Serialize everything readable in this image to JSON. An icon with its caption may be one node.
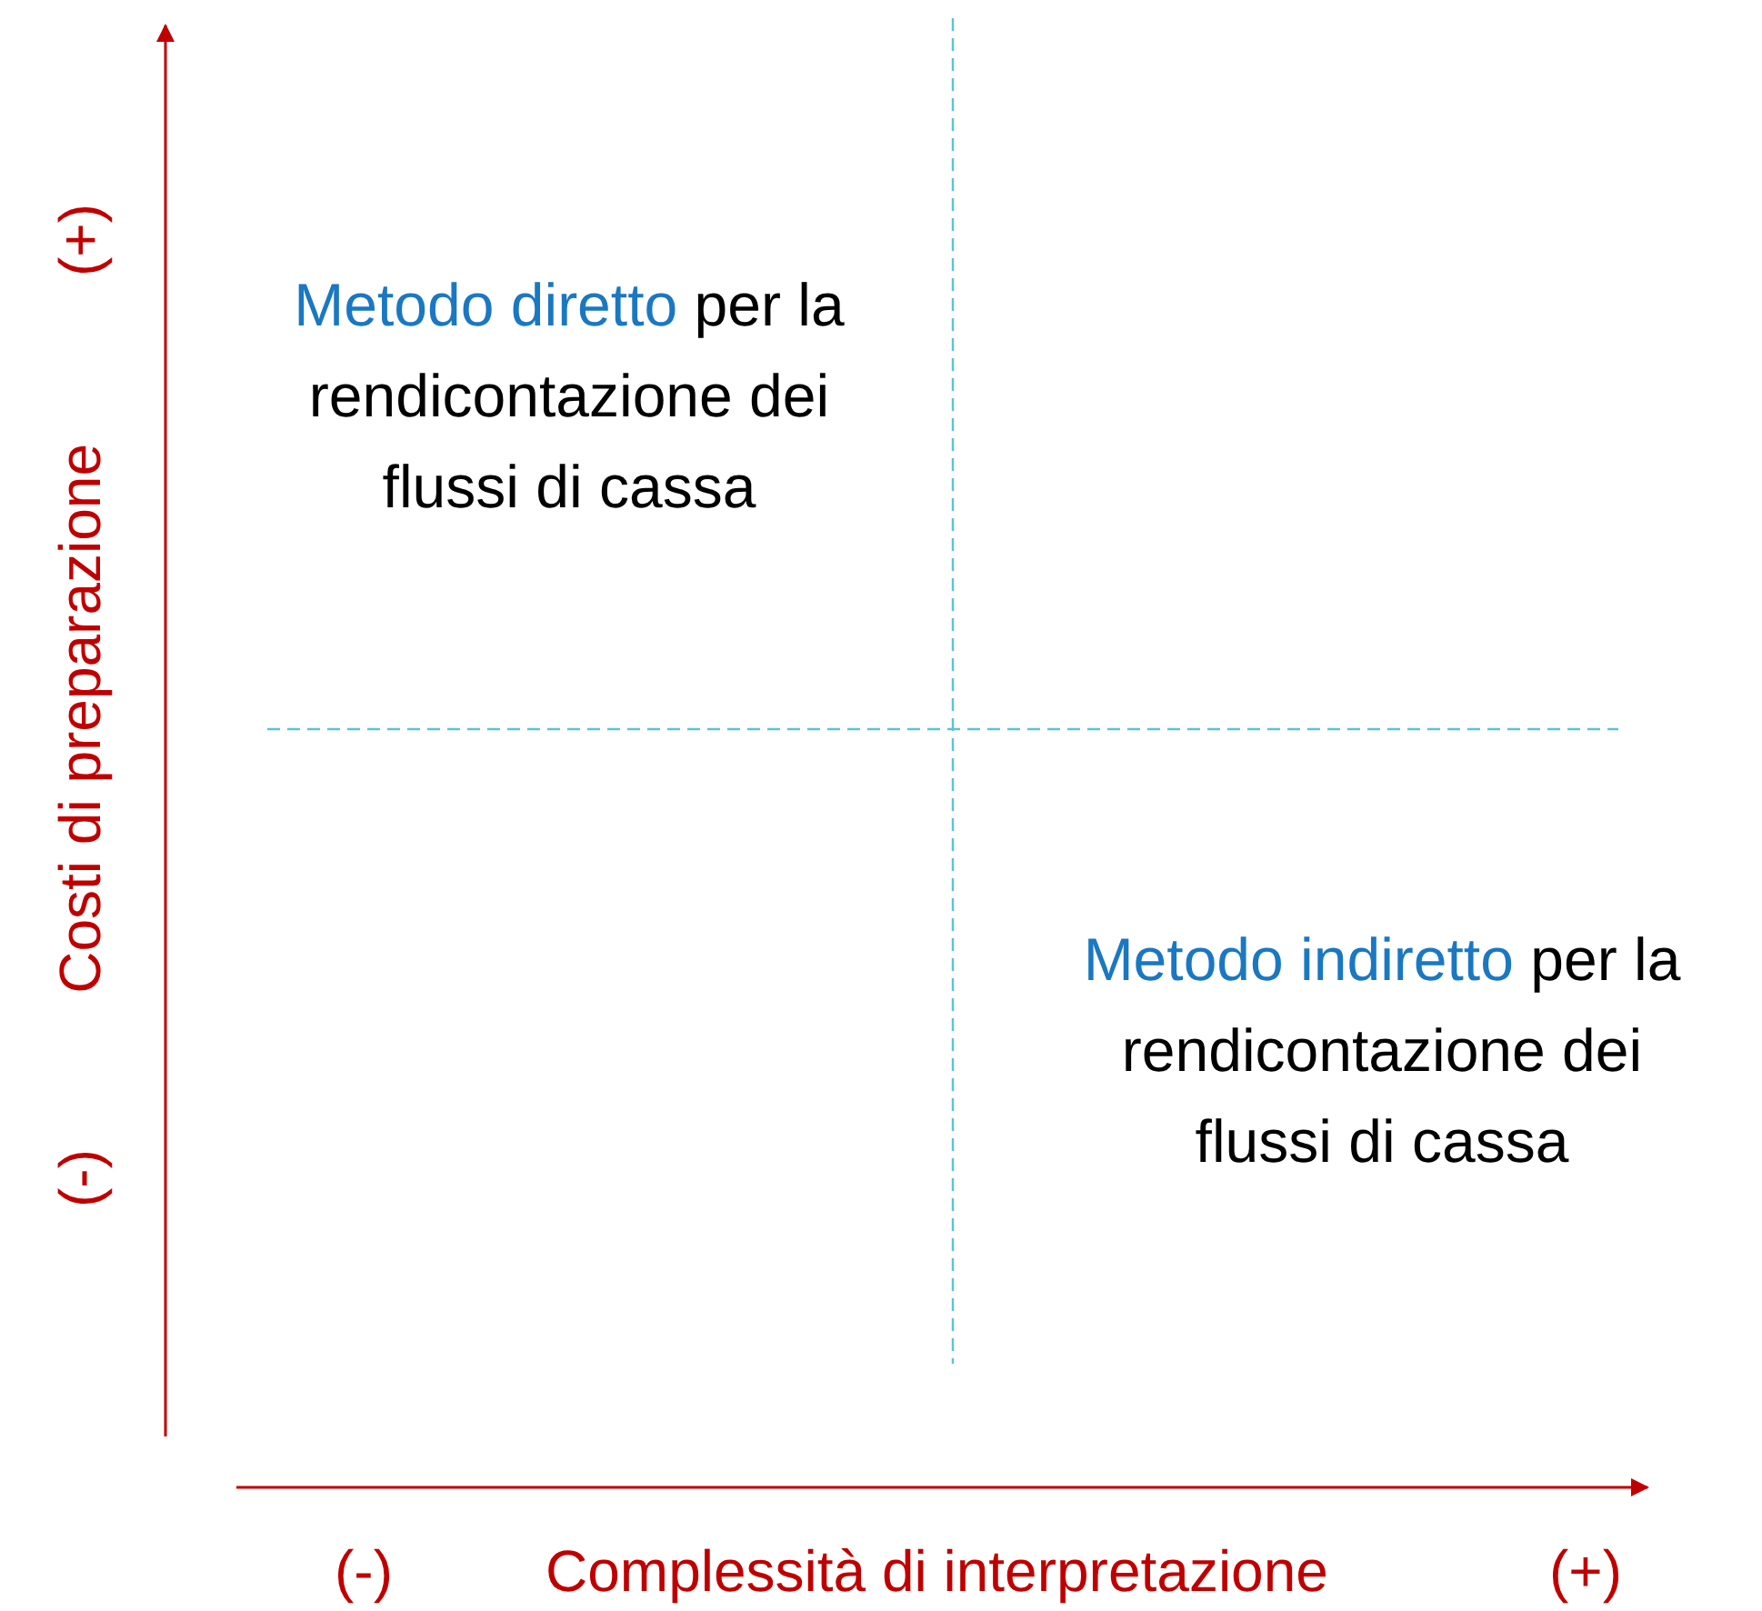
{
  "diagram": {
    "labels": [
      "(+)",
      "Costi di preparazione",
      "(-)",
      "Metodo diretto",
      "per la rendicontazione dei flussi di cassa",
      "Metodo indiretto",
      "per la rendicontazione dei flussi di cassa",
      "(-)",
      "Complessità di interpretazione",
      "(+)"
    ]
  }
}
